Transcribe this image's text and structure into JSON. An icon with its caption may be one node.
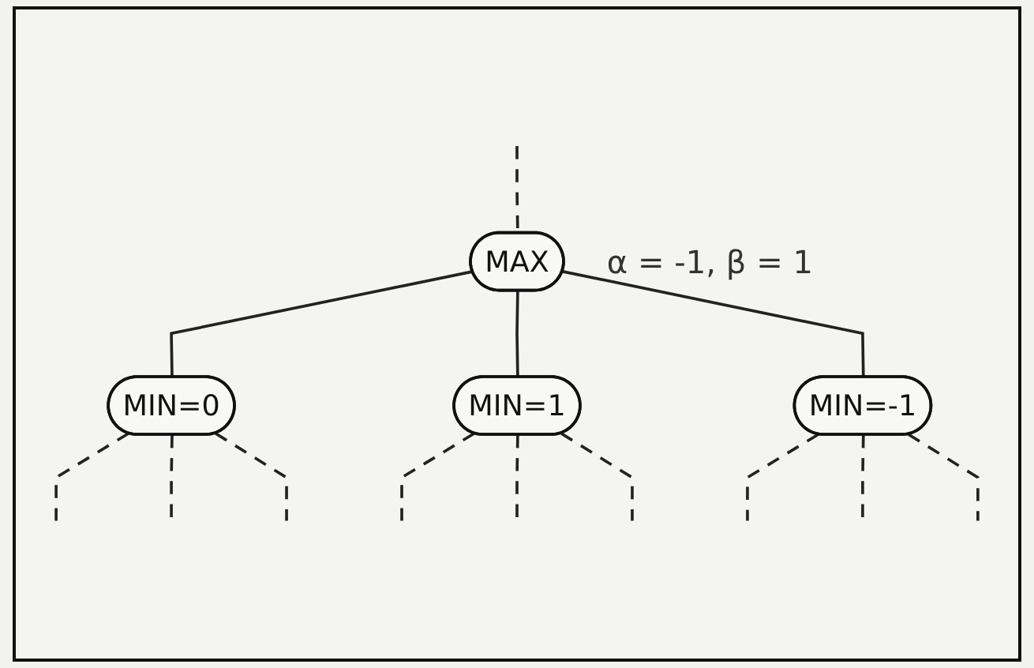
{
  "diagram": {
    "nodes": [
      {
        "text": [
          "MAX"
        ],
        "beside": [
          "α = -1, β = 1"
        ]
      },
      {
        "text": [
          "MIN=0"
        ]
      },
      {
        "text": [
          "MIN=1"
        ]
      },
      {
        "text": [
          "MIN=-1"
        ]
      }
    ],
    "edges": [
      {
        "from": null,
        "to": 0,
        "arrow": "none",
        "style": "dashed"
      },
      {
        "from": 0,
        "to": 1,
        "arrow": "none"
      },
      {
        "from": 0,
        "to": 2,
        "arrow": "none"
      },
      {
        "from": 0,
        "to": 3,
        "arrow": "none"
      },
      {
        "from": 1,
        "to": null,
        "arrow": "none",
        "style": "dashed"
      },
      {
        "from": 1,
        "to": null,
        "arrow": "none",
        "style": "dashed"
      },
      {
        "from": 1,
        "to": null,
        "arrow": "none",
        "style": "dashed"
      },
      {
        "from": 2,
        "to": null,
        "arrow": "none",
        "style": "dashed"
      },
      {
        "from": 2,
        "to": null,
        "arrow": "none",
        "style": "dashed"
      },
      {
        "from": 2,
        "to": null,
        "arrow": "none",
        "style": "dashed"
      },
      {
        "from": 3,
        "to": null,
        "arrow": "none",
        "style": "dashed"
      },
      {
        "from": 3,
        "to": null,
        "arrow": "none",
        "style": "dashed"
      },
      {
        "from": 3,
        "to": null,
        "arrow": "none",
        "style": "dashed"
      }
    ]
  }
}
